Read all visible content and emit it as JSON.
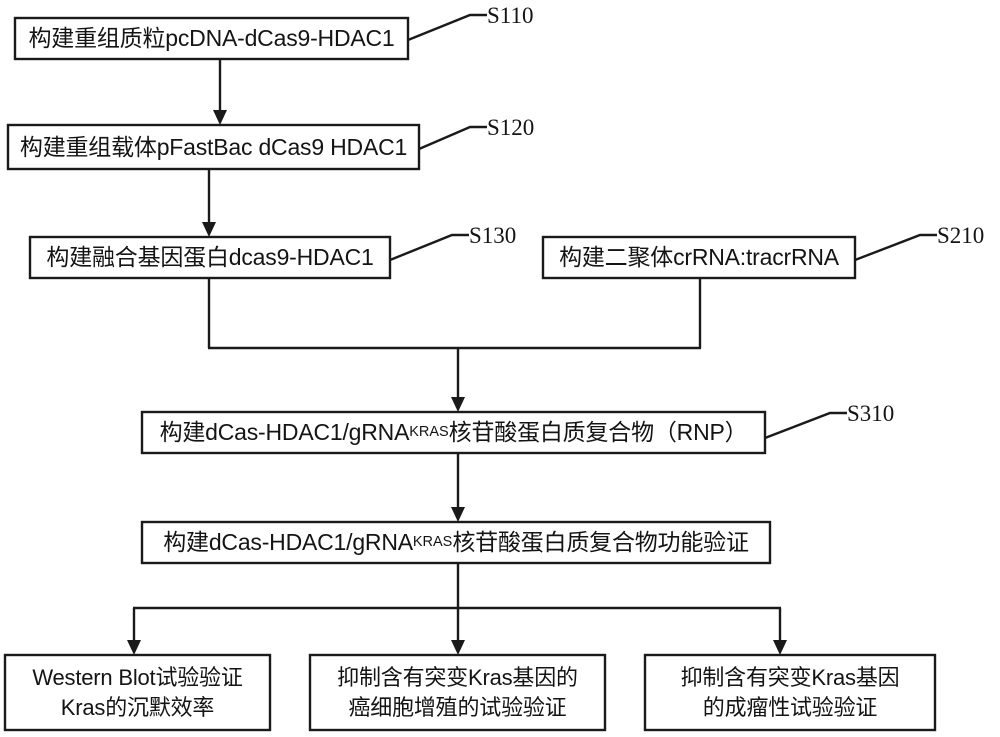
{
  "diagram": {
    "title": "CRISPR dCas9-HDAC1 Kras silencing workflow flowchart",
    "background_color": "#ffffff",
    "line_color": "#1a1a1a",
    "text_color": "#141414"
  },
  "nodes": [
    {
      "id": "s110",
      "step_label": "S110",
      "text_prefix": "构建重组质粒pcDNA-dCas9-HDAC1",
      "text_sub": "",
      "text_suffix": "",
      "lines": [
        "构建重组质粒pcDNA-dCas9-HDAC1"
      ]
    },
    {
      "id": "s120",
      "step_label": "S120",
      "text_prefix": "构建重组载体pFastBac dCas9 HDAC1",
      "text_sub": "",
      "text_suffix": "",
      "lines": [
        "构建重组载体pFastBac dCas9 HDAC1"
      ]
    },
    {
      "id": "s130",
      "step_label": "S130",
      "text_prefix": "构建融合基因蛋白dcas9-HDAC1",
      "text_sub": "",
      "text_suffix": "",
      "lines": [
        "构建融合基因蛋白dcas9-HDAC1"
      ]
    },
    {
      "id": "s210",
      "step_label": "S210",
      "text_prefix": "构建二聚体crRNA:tracrRNA",
      "text_sub": "",
      "text_suffix": "",
      "lines": [
        "构建二聚体crRNA:tracrRNA"
      ]
    },
    {
      "id": "s310",
      "step_label": "S310",
      "text_prefix": "构建dCas-HDAC1/gRNA",
      "text_sub": "KRAS",
      "text_suffix": "核苷酸蛋白质复合物（RNP）",
      "lines": [
        "构建dCas-HDAC1/gRNAKRAS核苷酸蛋白质复合物（RNP）"
      ]
    },
    {
      "id": "verify",
      "step_label": "",
      "text_prefix": "构建dCas-HDAC1/gRNA",
      "text_sub": "KRAS",
      "text_suffix": "核苷酸蛋白质复合物功能验证",
      "lines": [
        "构建dCas-HDAC1/gRNAKRAS核苷酸蛋白质复合物功能验证"
      ]
    },
    {
      "id": "result1",
      "step_label": "",
      "text_prefix": "",
      "text_sub": "",
      "text_suffix": "",
      "lines": [
        "Western Blot试验验证",
        "Kras的沉默效率"
      ]
    },
    {
      "id": "result2",
      "step_label": "",
      "text_prefix": "",
      "text_sub": "",
      "text_suffix": "",
      "lines": [
        "抑制含有突变Kras基因的",
        "癌细胞增殖的试验验证"
      ]
    },
    {
      "id": "result3",
      "step_label": "",
      "text_prefix": "",
      "text_sub": "",
      "text_suffix": "",
      "lines": [
        "抑制含有突变Kras基因",
        "的成瘤性试验验证"
      ]
    }
  ],
  "labels": {
    "s110": "S110",
    "s120": "S120",
    "s130": "S130",
    "s210": "S210",
    "s310": "S310"
  },
  "box_texts": {
    "s110": "构建重组质粒pcDNA-dCas9-HDAC1",
    "s120": "构建重组载体pFastBac dCas9 HDAC1",
    "s130": "构建融合基因蛋白dcas9-HDAC1",
    "s210": "构建二聚体crRNA:tracrRNA",
    "s310_prefix": "构建dCas-HDAC1/gRNA",
    "s310_sub": "KRAS",
    "s310_suffix": "核苷酸蛋白质复合物（RNP）",
    "verify_prefix": "构建dCas-HDAC1/gRNA",
    "verify_sub": "KRAS",
    "verify_suffix": "核苷酸蛋白质复合物功能验证",
    "result1_line1": "Western Blot试验验证",
    "result1_line2": "Kras的沉默效率",
    "result2_line1": "抑制含有突变Kras基因的",
    "result2_line2": "癌细胞增殖的试验验证",
    "result3_line1": "抑制含有突变Kras基因",
    "result3_line2": "的成瘤性试验验证"
  }
}
